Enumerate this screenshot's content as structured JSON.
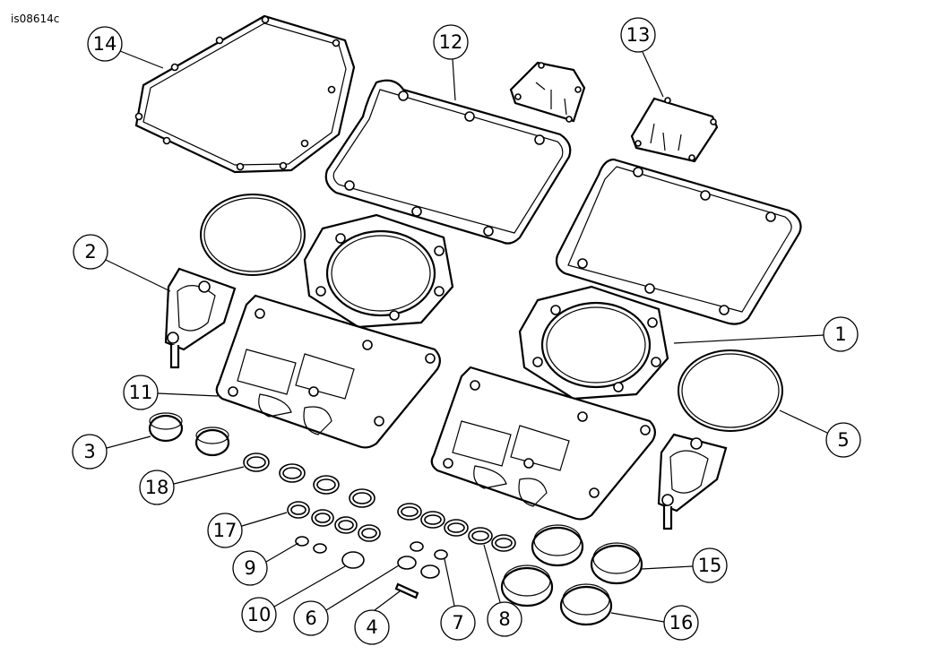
{
  "figure_id": "is08614c",
  "callouts": {
    "c1": "1",
    "c2": "2",
    "c3": "3",
    "c4": "4",
    "c5": "5",
    "c6": "6",
    "c7": "7",
    "c8": "8",
    "c9": "9",
    "c10": "10",
    "c11": "11",
    "c12": "12",
    "c13": "13",
    "c14": "14",
    "c15": "15",
    "c16": "16",
    "c17": "17",
    "c18": "18"
  }
}
